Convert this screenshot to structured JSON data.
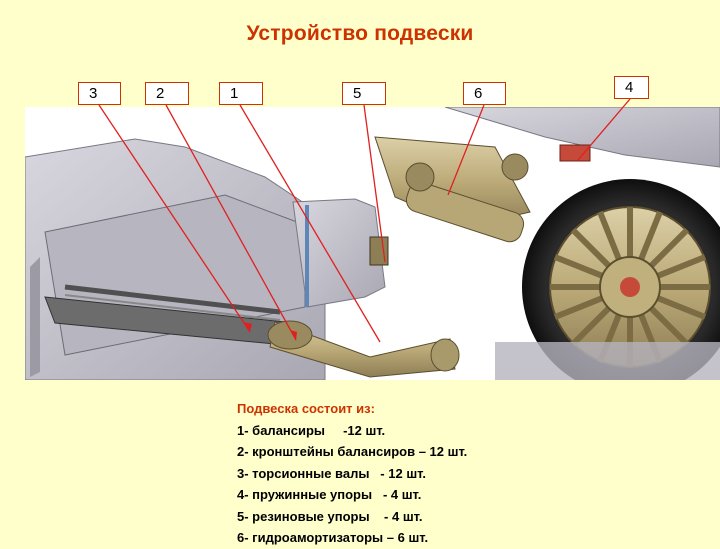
{
  "title": "Устройство подвески",
  "labels": [
    "3",
    "2",
    "1",
    "5",
    "6",
    "4"
  ],
  "legend": {
    "heading": "Подвеска состоит из:",
    "items": [
      "1- балансиры     -12 шт.",
      "2- кронштейны балансиров – 12 шт.",
      "3- торсионные валы   - 12 шт.",
      "4- пружинные упоры   - 4 шт.",
      "5- резиновые упоры    - 4 шт.",
      "6- гидроамортизаторы – 6 шт."
    ]
  },
  "colors": {
    "background": "#FFFFCC",
    "accent": "#CC3300",
    "leader_line": "#E02020",
    "metal": "#C8B98A"
  }
}
